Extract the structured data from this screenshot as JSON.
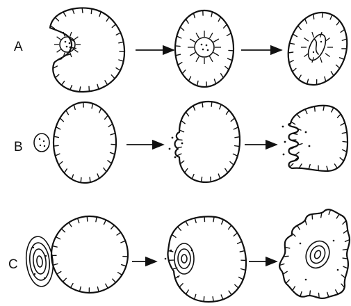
{
  "rows": [
    {
      "label": "A"
    },
    {
      "label": "B"
    },
    {
      "label": "C"
    }
  ]
}
